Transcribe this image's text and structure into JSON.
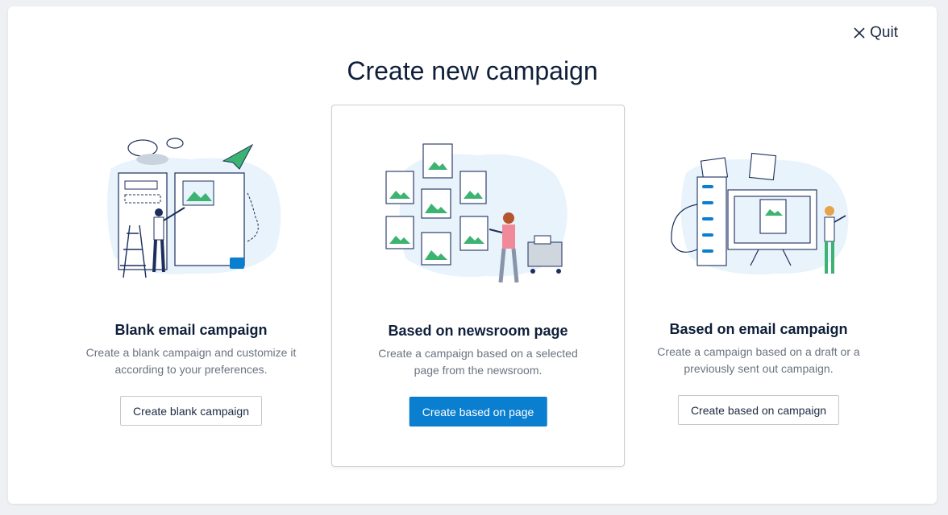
{
  "dialog": {
    "quit_label": "Quit",
    "title": "Create new campaign"
  },
  "cards": [
    {
      "title": "Blank email campaign",
      "description": "Create a blank campaign and customize it according to your preferences.",
      "button_label": "Create blank campaign",
      "selected": false
    },
    {
      "title": "Based on newsroom page",
      "description": "Create a campaign based on a selected page from the newsroom.",
      "button_label": "Create based on page",
      "selected": true
    },
    {
      "title": "Based on email campaign",
      "description": "Create a campaign based on a draft or a previously sent out campaign.",
      "button_label": "Create based on campaign",
      "selected": false
    }
  ],
  "colors": {
    "primary": "#0a7fd0",
    "illustration_bg": "#e9f3fc",
    "accent_green": "#3cb371",
    "ink": "#1c2f5c"
  },
  "icons": [
    "close-icon"
  ]
}
